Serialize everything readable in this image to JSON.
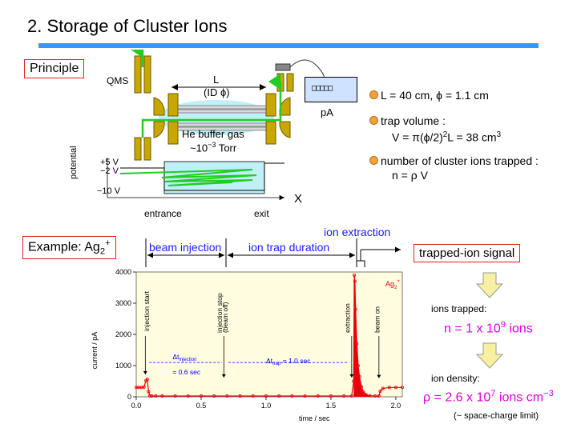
{
  "title": "2. Storage of Cluster Ions",
  "principle_label": "Principle",
  "example_label": "Example: Ag",
  "example_sub": "2",
  "example_sup": "+",
  "apparatus": {
    "qms": "QMS",
    "l": "L",
    "id_phi": "(ID ϕ)",
    "pa": "pA",
    "display": "□□□□□",
    "buffer_gas_1": "He buffer gas",
    "buffer_gas_2": "~10",
    "buffer_gas_exp": "−3",
    "buffer_gas_unit": " Torr",
    "potential_label": "potential",
    "v_plus5": "+5 V",
    "v_minus2": "−2 V",
    "v_minus10": "−10 V",
    "x_label": "X",
    "entrance": "entrance",
    "exit": "exit"
  },
  "facts": {
    "f1": "L = 40 cm, ϕ = 1.1 cm",
    "f2_head": "trap volume :",
    "f2_a": "V = π(ϕ/2)",
    "f2_b": "2",
    "f2_c": "L = 38 cm",
    "f2_d": "3",
    "f3_head": "number of cluster ions trapped :",
    "f3_eq": "n = ρ V"
  },
  "phases": {
    "injection": "beam injection",
    "duration": "ion trap duration",
    "extraction": "ion extraction"
  },
  "signal_box": "trapped-ion signal",
  "results": {
    "trapped_head": "ions trapped:",
    "n_a": "n = 1 x 10",
    "n_exp": "9",
    "n_b": " ions",
    "density_head": "ion density:",
    "rho_a": "ρ = 2.6 x 10",
    "rho_exp": "7",
    "rho_b": " ions cm",
    "rho_exp2": "−3",
    "limit": "(~ space-charge limit)"
  },
  "chart_data": {
    "type": "line",
    "xlabel": "time / sec",
    "ylabel": "current / pA",
    "xlim": [
      0,
      2.05
    ],
    "ylim": [
      0,
      4000
    ],
    "xticks": [
      0.0,
      0.5,
      1.0,
      1.5,
      2.0
    ],
    "xtick_labels": [
      "0.0",
      "0.5",
      "1.0",
      "1.5",
      "2.0"
    ],
    "yticks": [
      0,
      1000,
      2000,
      3000,
      4000
    ],
    "ytick_labels": [
      "0",
      "1000",
      "2000",
      "3000",
      "4000"
    ],
    "legend": "Ag",
    "legend_sub": "2",
    "legend_sup": "+",
    "series": [
      {
        "color": "#e8000b",
        "x": [
          0.0,
          0.02,
          0.04,
          0.06,
          0.075,
          0.085,
          0.095,
          0.105,
          0.12,
          0.15,
          0.2,
          0.3,
          0.4,
          0.5,
          0.6,
          0.7,
          0.8,
          0.9,
          1.0,
          1.1,
          1.2,
          1.3,
          1.4,
          1.5,
          1.6,
          1.66,
          1.675,
          1.68,
          1.685,
          1.69,
          1.7,
          1.71,
          1.72,
          1.735,
          1.75,
          1.77,
          1.8,
          1.84,
          1.87,
          1.88,
          1.9,
          1.95,
          2.0,
          2.05
        ],
        "y": [
          300,
          300,
          300,
          310,
          520,
          560,
          160,
          30,
          25,
          25,
          25,
          25,
          25,
          25,
          25,
          25,
          25,
          25,
          25,
          25,
          25,
          25,
          25,
          25,
          25,
          25,
          500,
          3900,
          3700,
          2800,
          1700,
          1000,
          650,
          320,
          150,
          70,
          35,
          25,
          25,
          180,
          270,
          300,
          300,
          300
        ]
      }
    ],
    "annotations": {
      "injection_start": "injection start",
      "injection_stop": "injection stop",
      "beam_off": "(beam off)",
      "extraction": "extraction",
      "beam_on": "beam on",
      "dt": "Δt",
      "dt_inj_sub": "injection",
      "dt_inj_val": "= 0.6 sec",
      "dt_trap_sub": "trap",
      "dt_trap_val": "= 1.0 sec"
    }
  }
}
